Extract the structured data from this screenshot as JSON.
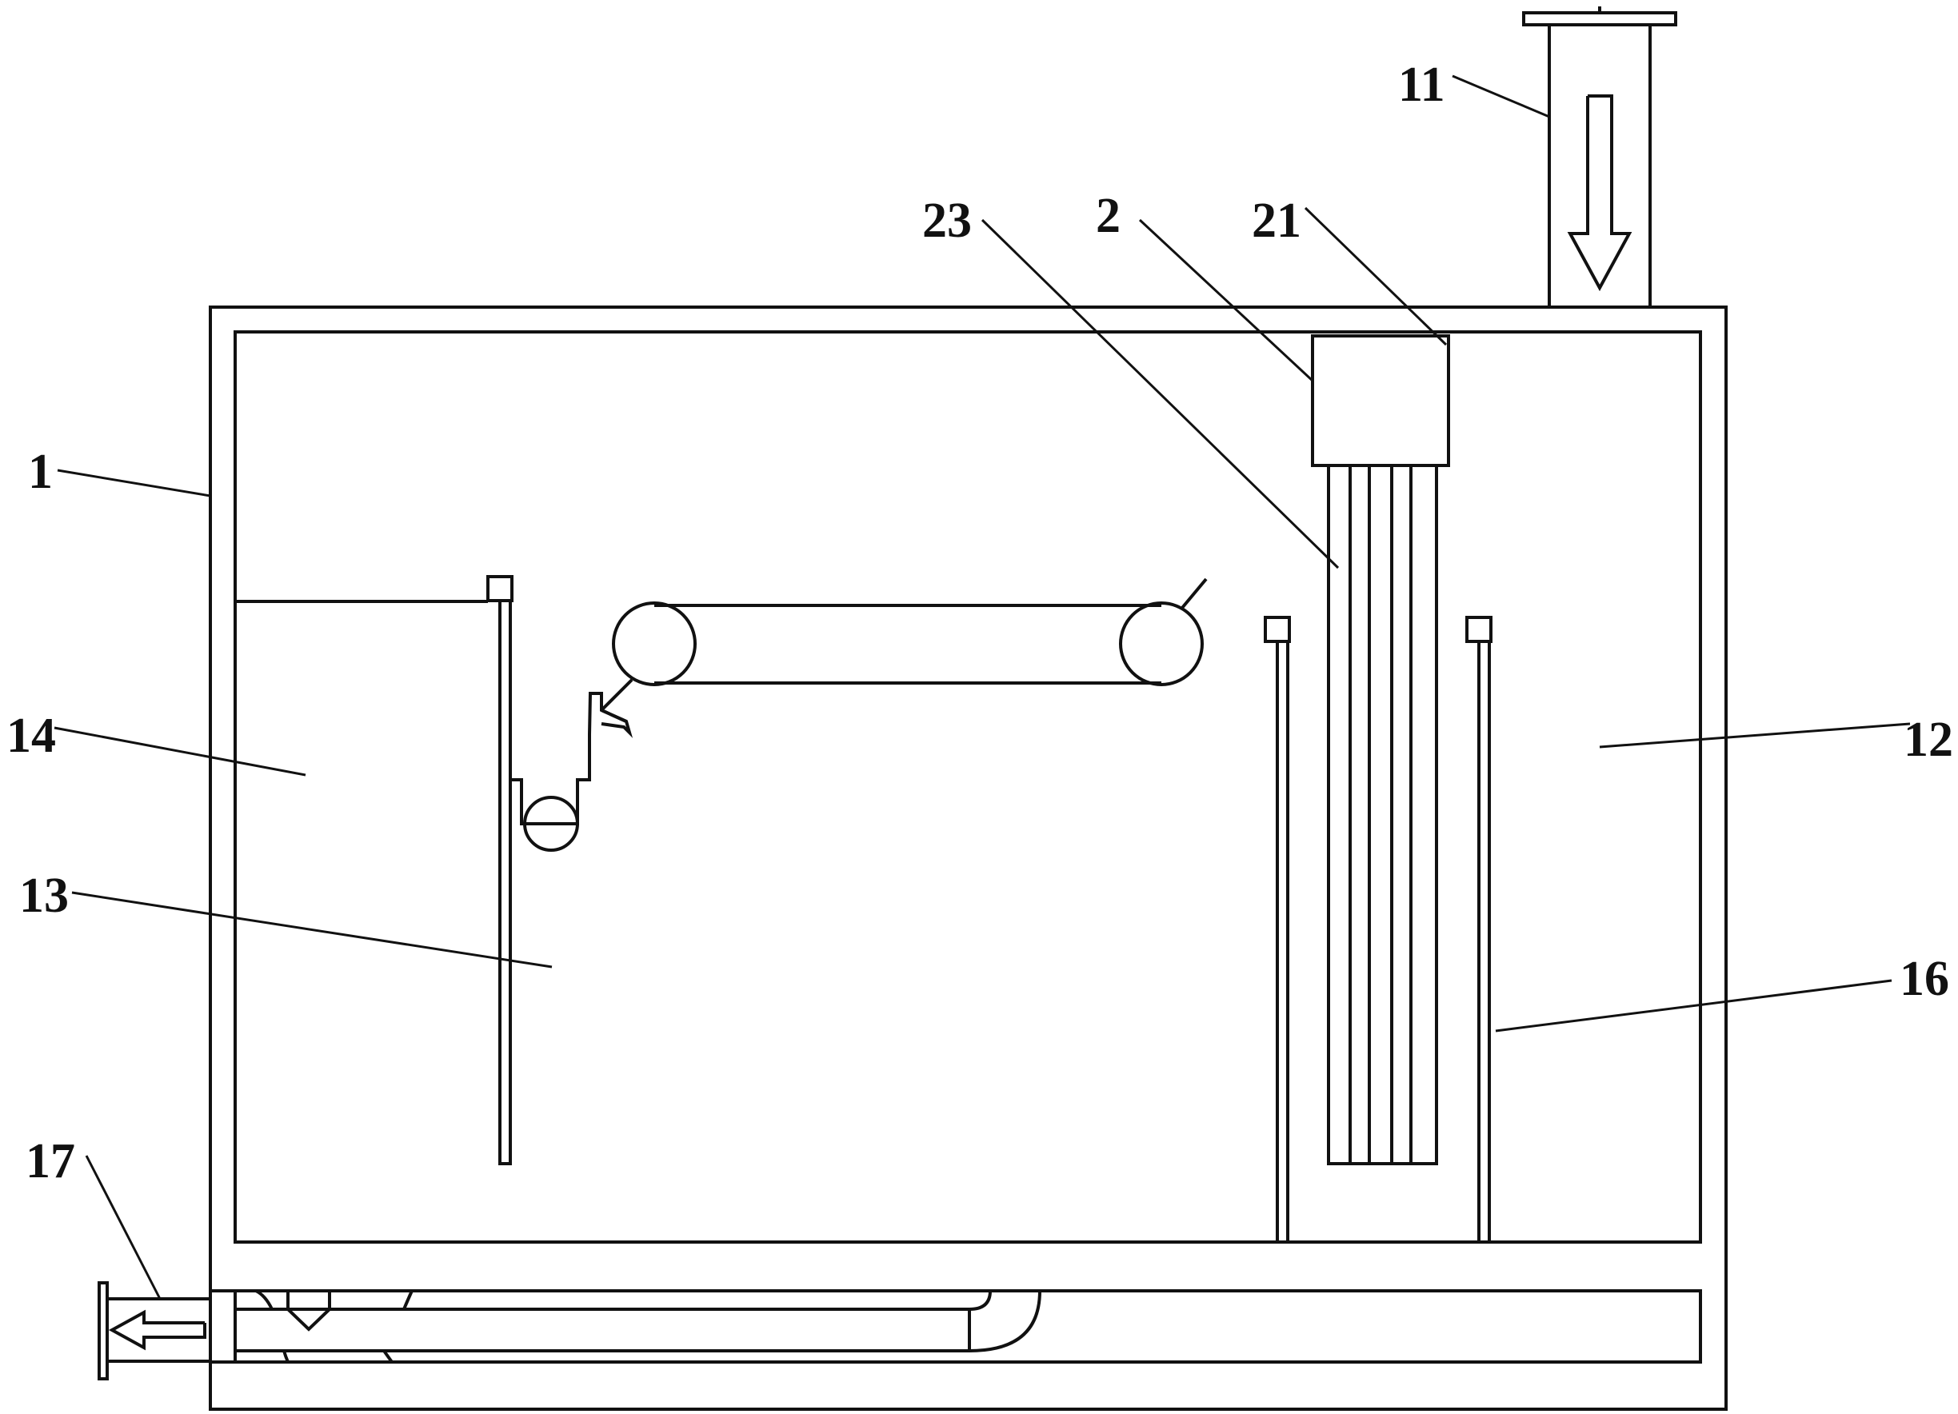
{
  "labels": {
    "l1": "1",
    "l2": "2",
    "l11": "11",
    "l12": "12",
    "l13": "13",
    "l14": "14",
    "l16": "16",
    "l17": "17",
    "l21": "21",
    "l23": "23"
  },
  "colors": {
    "stroke": "#111111",
    "background": "#ffffff"
  }
}
